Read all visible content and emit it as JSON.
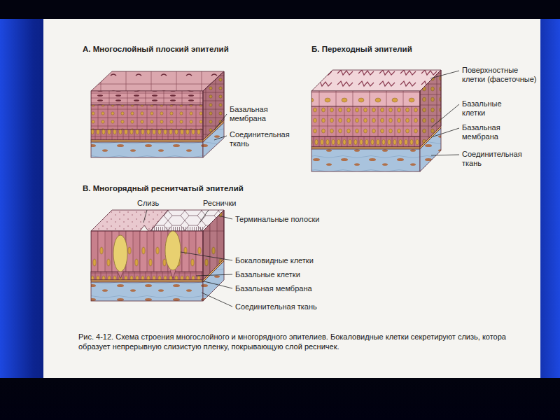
{
  "diagram": {
    "caption": "Рис. 4-12. Схема строения многослойного и многорядного эпителиев. Бокаловидные клетки секретируют слизь, котора образует непрерывную слизистую пленку, покрывающую слой ресничек.",
    "labels": [
      "А. Многослойный плоский эпителий",
      "Базальная мембрана",
      "Соединительная ткань",
      "Б. Переходный эпителий",
      "Поверхностные клетки (фасеточные)",
      "Базальные клетки",
      "Базальная мембрана",
      "Соединительная ткань",
      "В. Многорядный реснитчатый эпителий",
      "Слизь",
      "Реснички",
      "Терминальные полоски",
      "Бокаловидные клетки",
      "Базальные клетки",
      "Базальная мембрана",
      "Соединительная ткань"
    ]
  }
}
